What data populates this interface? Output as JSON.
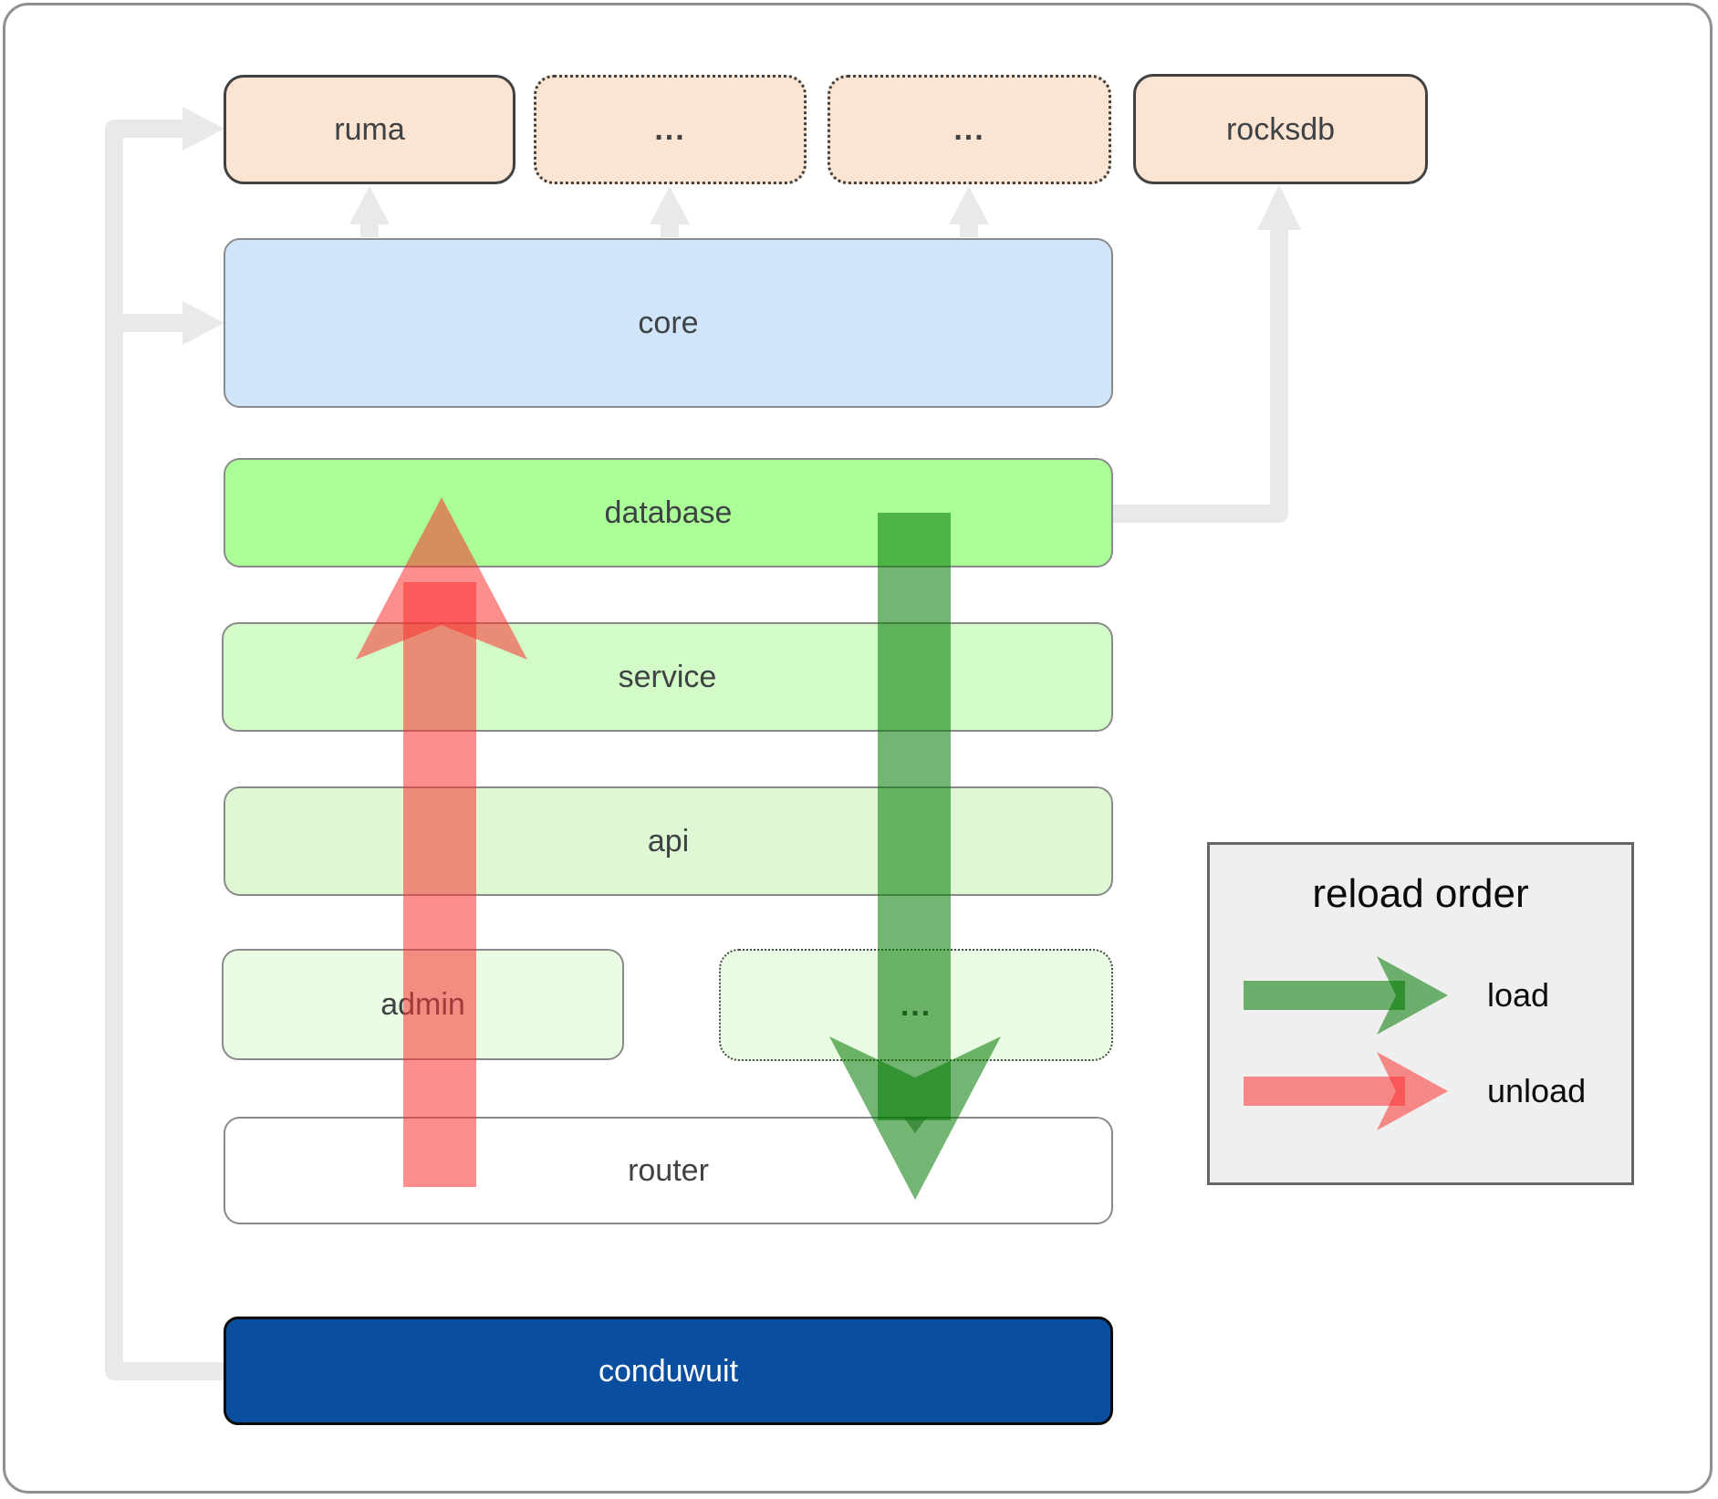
{
  "diagram": {
    "title_context": "conduwuit architecture reload diagram",
    "top_row": {
      "ruma": "ruma",
      "dots_1": "...",
      "dots_2": "...",
      "rocksdb": "rocksdb"
    },
    "layers": {
      "core": "core",
      "database": "database",
      "service": "service",
      "api": "api"
    },
    "admin_row": {
      "admin": "admin",
      "dots_3": "..."
    },
    "router": "router",
    "conduwuit": "conduwuit"
  },
  "legend": {
    "title": "reload order",
    "items": [
      {
        "label": "load",
        "color": "rgba(0,120,0,0.55)"
      },
      {
        "label": "unload",
        "color": "rgba(250,50,50,0.55)"
      }
    ]
  },
  "colors": {
    "peach_box": "#fce4d2",
    "core_blue": "#d0e5fa",
    "database_green": "#aaff96",
    "service_green": "#d2fbc8",
    "api_green": "#ddf8d3",
    "admin_green": "#eafbe3",
    "router_white": "#ffffff",
    "conduwuit_navy": "#0a4f9f",
    "connector_gray": "#e9e9e9",
    "legend_bg": "#efefef",
    "label_dark": "#3f4245"
  }
}
